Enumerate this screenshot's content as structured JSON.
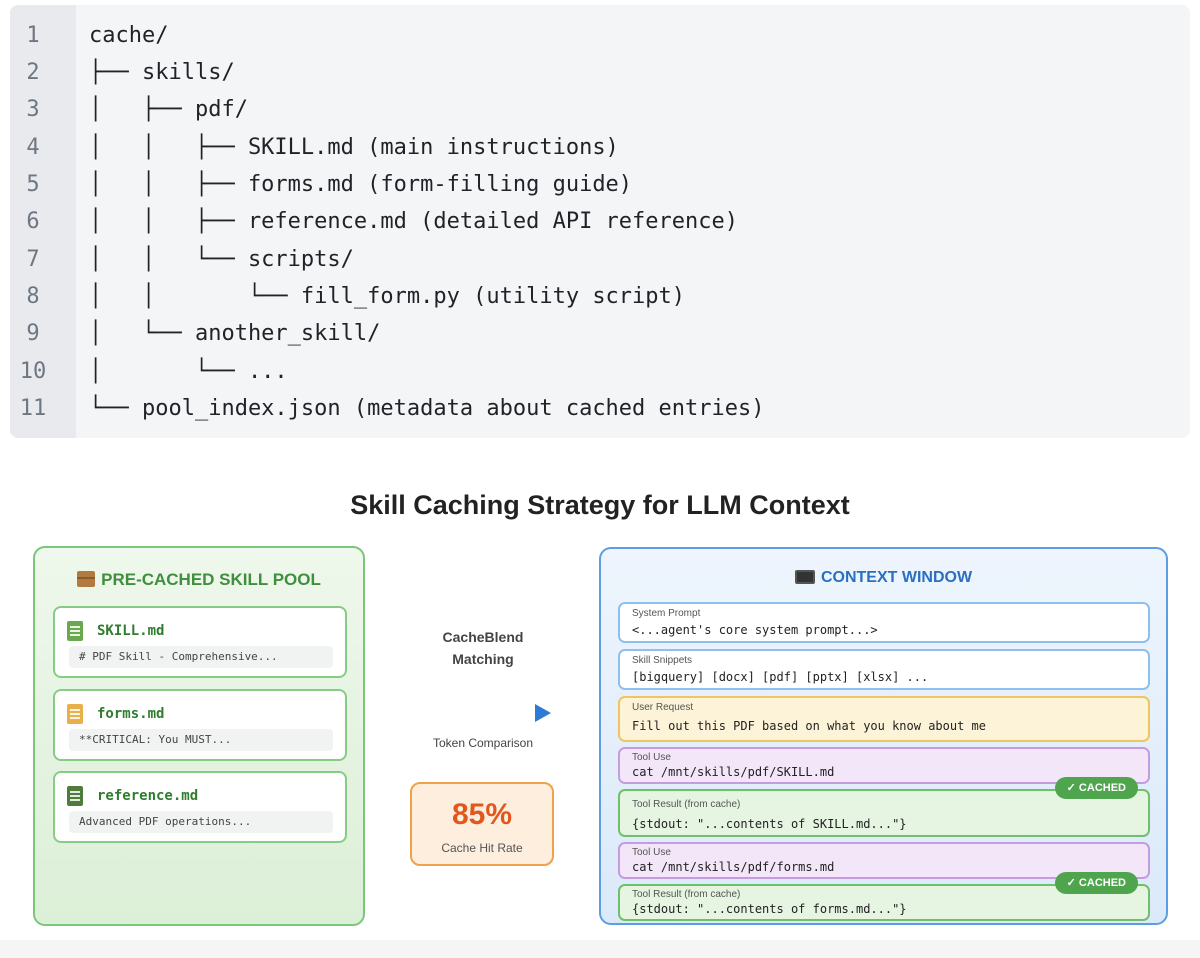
{
  "code": {
    "lines": [
      {
        "n": "1",
        "text": "cache/"
      },
      {
        "n": "2",
        "text": "├── skills/"
      },
      {
        "n": "3",
        "text": "│   ├── pdf/"
      },
      {
        "n": "4",
        "text": "│   │   ├── SKILL.md (main instructions)"
      },
      {
        "n": "5",
        "text": "│   │   ├── forms.md (form-filling guide)"
      },
      {
        "n": "6",
        "text": "│   │   ├── reference.md (detailed API reference)"
      },
      {
        "n": "7",
        "text": "│   │   └── scripts/"
      },
      {
        "n": "8",
        "text": "│   │       └── fill_form.py (utility script)"
      },
      {
        "n": "9",
        "text": "│   └── another_skill/"
      },
      {
        "n": "10",
        "text": "│       └── ..."
      },
      {
        "n": "11",
        "text": "└── pool_index.json (metadata about cached entries)"
      }
    ]
  },
  "diagram": {
    "title": "Skill Caching Strategy for LLM Context",
    "pool": {
      "title": "PRE-CACHED SKILL POOL",
      "icon": "package-icon",
      "skills": [
        {
          "name": "SKILL.md",
          "snippet": "# PDF Skill - Comprehensive...",
          "icon": "document-icon",
          "icon_color": "#6aa84f"
        },
        {
          "name": "forms.md",
          "snippet": "**CRITICAL: You MUST...",
          "icon": "memo-icon",
          "icon_color": "#e8b04a"
        },
        {
          "name": "reference.md",
          "snippet": "Advanced PDF operations...",
          "icon": "books-icon",
          "icon_color": "#4e7d3b"
        }
      ]
    },
    "middle": {
      "matching_line1": "CacheBlend",
      "matching_line2": "Matching",
      "token_label": "Token Comparison",
      "hit_rate_value": "85%",
      "hit_rate_label": "Cache Hit Rate"
    },
    "context": {
      "title": "CONTEXT WINDOW",
      "icon": "monitor-icon",
      "items": [
        {
          "kind": "system",
          "label": "System Prompt",
          "content": "<...agent's core system prompt...>"
        },
        {
          "kind": "system",
          "label": "Skill Snippets",
          "content": "[bigquery] [docx] [pdf] [pptx] [xlsx] ..."
        },
        {
          "kind": "request",
          "label": "User Request",
          "content": "Fill out this PDF based on what you know about me"
        },
        {
          "kind": "tool-use",
          "label": "Tool Use",
          "content": "cat /mnt/skills/pdf/SKILL.md"
        },
        {
          "kind": "tool-result",
          "label": "Tool Result (from cache)",
          "content": "{stdout: \"...contents of SKILL.md...\"}",
          "badge": "✓ CACHED"
        },
        {
          "kind": "tool-use",
          "label": "Tool Use",
          "content": "cat /mnt/skills/pdf/forms.md"
        },
        {
          "kind": "tool-result",
          "label": "Tool Result (from cache)",
          "content": "{stdout: \"...contents of forms.md...\"}",
          "badge": "✓ CACHED"
        }
      ]
    }
  }
}
